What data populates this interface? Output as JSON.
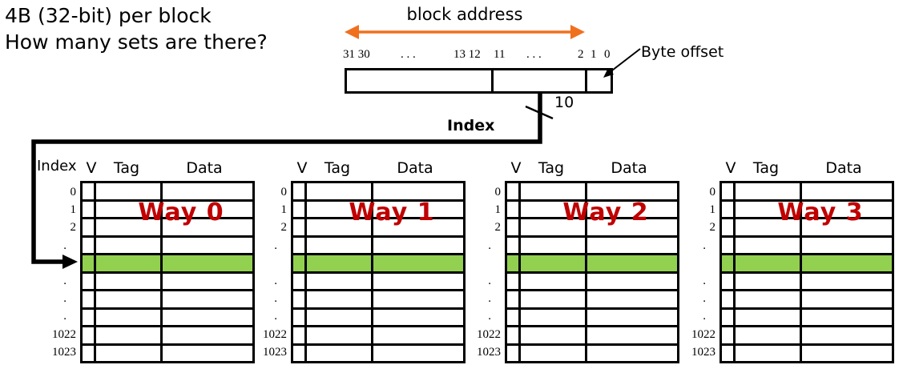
{
  "question": {
    "line1": "4B (32-bit) per block",
    "line2": "How many sets are there?"
  },
  "address": {
    "arrow_label": "block address",
    "bit_labels": [
      "31 30",
      ". . .",
      "13 12",
      "11",
      ". . .",
      "2",
      "1",
      "0"
    ],
    "byte_offset_label": "Byte offset",
    "index_bus_label": "Index",
    "index_bus_width": "10"
  },
  "cache": {
    "index_column_header": "Index",
    "column_headers": [
      "V",
      "Tag",
      "Data"
    ],
    "row_labels": [
      "0",
      "1",
      "2",
      ".",
      "",
      ".",
      ".",
      ".",
      "1022",
      "1023"
    ],
    "highlighted_row": 4,
    "ways": [
      {
        "label": "Way 0"
      },
      {
        "label": "Way 1"
      },
      {
        "label": "Way 2"
      },
      {
        "label": "Way 3"
      }
    ]
  },
  "colors": {
    "highlight": "#92D050",
    "way_label": "#C00000",
    "arrow": "#F0701E",
    "line": "#000000"
  }
}
